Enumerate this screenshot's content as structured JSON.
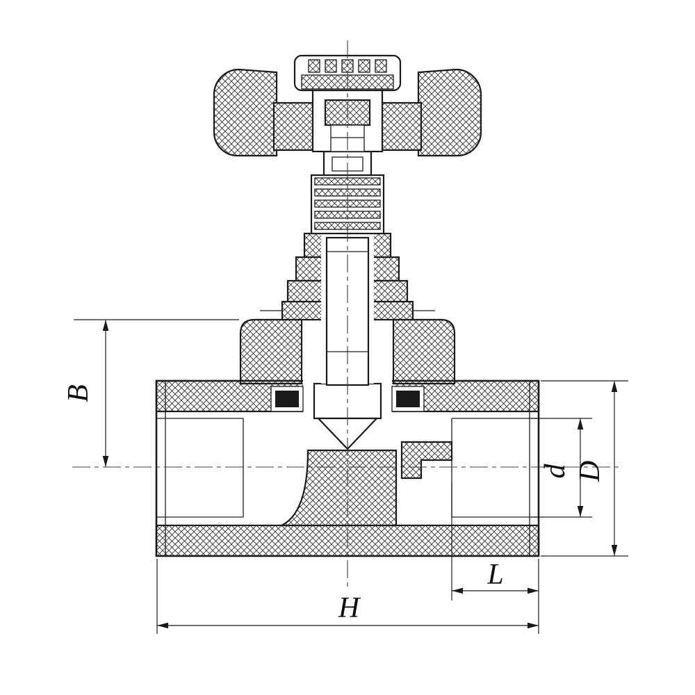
{
  "figure": {
    "type": "technical-sectional-drawing",
    "subject": "globe-stop-valve",
    "background_color": "#ffffff",
    "line_color": "#1a1a1a",
    "dimension_labels": {
      "B": "B",
      "d": "d",
      "D": "D",
      "L": "L",
      "H": "H"
    }
  }
}
